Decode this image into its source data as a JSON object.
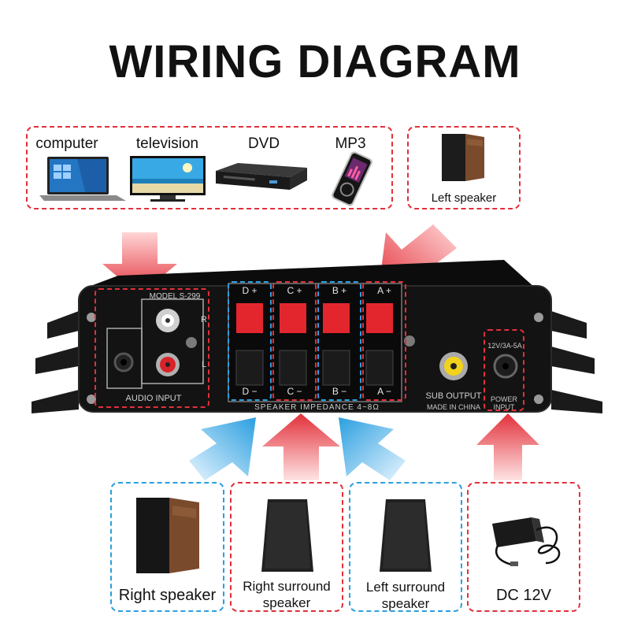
{
  "title": "WIRING DIAGRAM",
  "sources": {
    "computer": "computer",
    "television": "television",
    "dvd": "DVD",
    "mp3": "MP3"
  },
  "left_speaker": "Left speaker",
  "amplifier": {
    "model": "MODEL S-299",
    "audio_input": "AUDIO INPUT",
    "channel_r": "R",
    "channel_l": "L",
    "terminals_top": [
      "D +",
      "C +",
      "B +",
      "A +"
    ],
    "terminals_bottom": [
      "D −",
      "C −",
      "B −",
      "A −"
    ],
    "impedance": "SPEAKER IMPEDANCE 4~8Ω",
    "sub_output": "SUB OUTPUT",
    "made_in": "MADE IN CHINA",
    "power_rating": "12V/3A-5A",
    "power_input": "POWER INPUT"
  },
  "bottom_cards": {
    "right_speaker": "Right speaker",
    "right_surround_1": "Right surround",
    "right_surround_2": "speaker",
    "left_surround_1": "Left surround",
    "left_surround_2": "speaker",
    "dc": "DC 12V"
  },
  "colors": {
    "red_accent": "#e2303a",
    "blue_accent": "#2b9fe0",
    "amp_body": "#121212"
  }
}
